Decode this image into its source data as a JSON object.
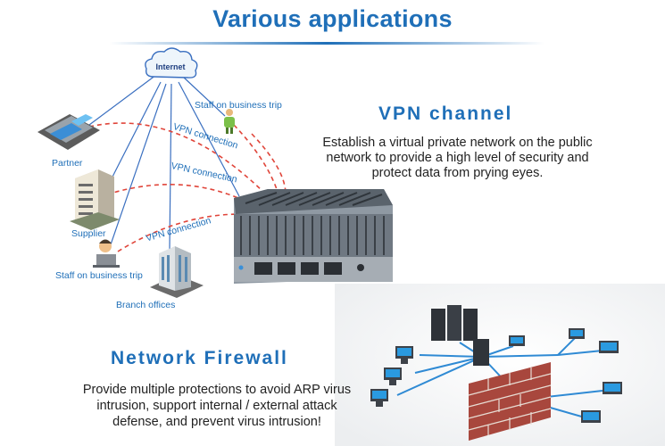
{
  "title": "Various applications",
  "vpn": {
    "heading": "VPN channel",
    "description": "Establish a virtual private network on the public network to provide a high level of security and protect data from prying eyes."
  },
  "firewall": {
    "heading": "Network Firewall",
    "description": "Provide multiple protections to avoid ARP virus intrusion, support internal / external attack defense, and prevent virus intrusion!"
  },
  "diagram": {
    "internet": "Internet",
    "partner": "Partner",
    "supplier": "Supplier",
    "staff_trip_top": "Staff on business trip",
    "staff_trip_bottom": "Staff on business trip",
    "branch": "Branch offices",
    "vpn_1": "VPN connection",
    "vpn_2": "VPN connection",
    "vpn_3": "VPN connection"
  },
  "colors": {
    "accent": "#1f6fb8",
    "vpn_line": "#e0453a",
    "link_line": "#3a6fc0",
    "wall": "#a8473d"
  }
}
